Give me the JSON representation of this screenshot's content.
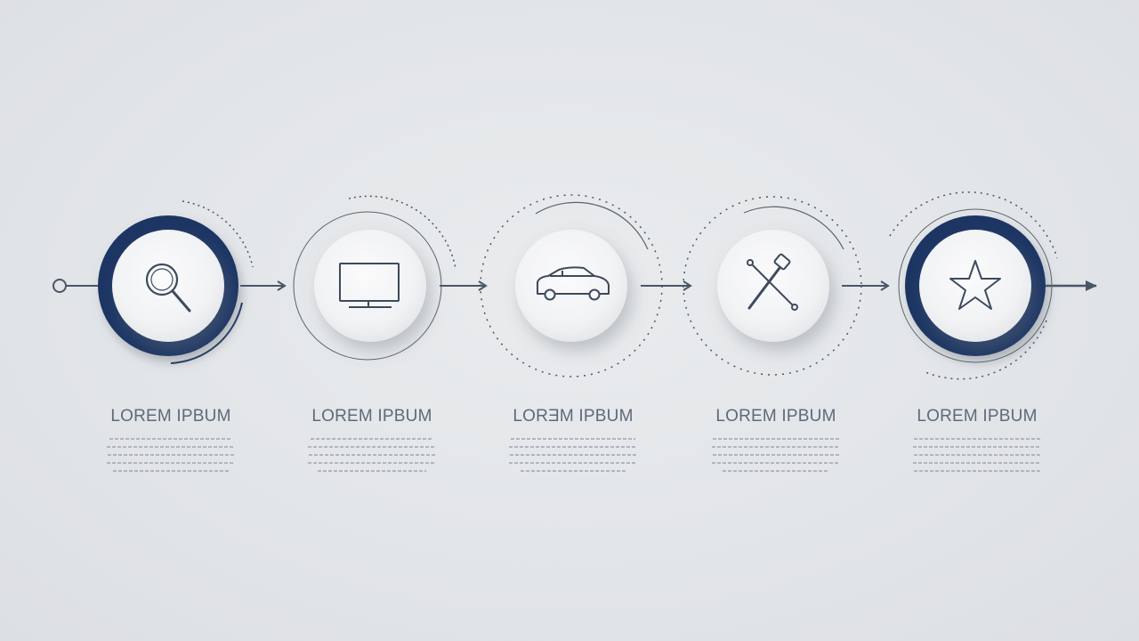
{
  "colors": {
    "background": "#e3e6e9",
    "accent": "#1e3563",
    "line": "#4a5568",
    "text": "#5d6a7c",
    "placeholder": "#a5adb8"
  },
  "steps": [
    {
      "title": "LOREM IPBUM",
      "icon": "search-icon",
      "accent_ring": true
    },
    {
      "title": "LOREM IPBUM",
      "icon": "monitor-icon",
      "accent_ring": false
    },
    {
      "title": "LORƎM IPBUM",
      "icon": "car-icon",
      "accent_ring": false
    },
    {
      "title": "LOREM IPBUM",
      "icon": "tools-icon",
      "accent_ring": false
    },
    {
      "title": "LOREM IPBUM",
      "icon": "star-icon",
      "accent_ring": true
    }
  ]
}
